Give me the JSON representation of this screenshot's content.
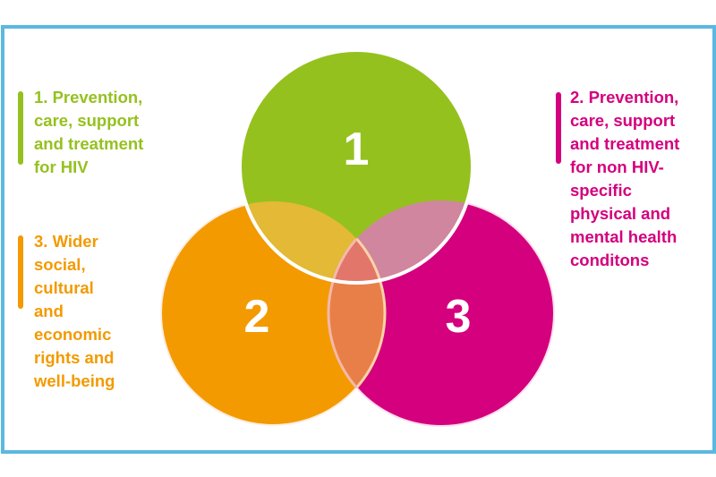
{
  "colors": {
    "border": "#5bb8e0",
    "green": "#95c11f",
    "orange": "#f39a00",
    "magenta": "#d4007e",
    "overlap_green_orange": "#e3b935",
    "overlap_green_magenta": "#d0869e",
    "overlap_orange_magenta": "#e97f48",
    "overlap_all": "#e2766a"
  },
  "circles": [
    {
      "number": "1",
      "color": "green"
    },
    {
      "number": "2",
      "color": "orange"
    },
    {
      "number": "3",
      "color": "magenta"
    }
  ],
  "labels": {
    "green": [
      "1. Prevention,",
      "care, support",
      "and treatment",
      "for HIV"
    ],
    "magenta": [
      "2. Prevention,",
      "care, support",
      "and treatment",
      "for non HIV-",
      "specific",
      "physical and",
      "mental health",
      "conditons"
    ],
    "orange": [
      "3. Wider",
      "social,",
      "cultural",
      "and",
      "economic",
      "rights and",
      "well-being"
    ]
  }
}
